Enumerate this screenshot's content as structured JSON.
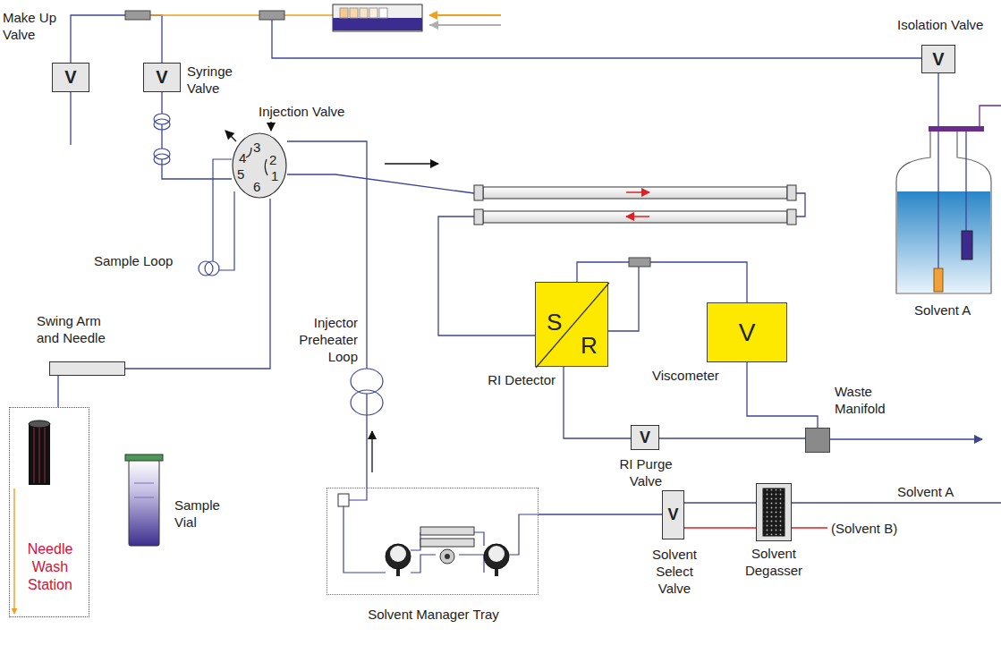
{
  "diagram": {
    "nodes": [
      {
        "text": [
          "V",
          "Make Up Valve"
        ]
      },
      {
        "text": [
          "V",
          "Syringe Valve"
        ]
      },
      {
        "text": [
          "Injection Valve",
          "1",
          "2",
          "3",
          "4",
          "5",
          "6"
        ]
      },
      {
        "text": [
          "S",
          "R",
          "RI Detector"
        ]
      },
      {
        "text": [
          "V",
          "Viscometer"
        ]
      },
      {
        "text": [
          "V",
          "RI Purge Valve"
        ]
      },
      {
        "text": [
          "Waste Manifold"
        ]
      },
      {
        "text": [
          "V",
          "Solvent Select Valve"
        ]
      },
      {
        "text": [
          "Solvent Degasser"
        ]
      },
      {
        "text": [
          "V",
          "Isolation Valve"
        ]
      },
      {
        "text": [
          "Needle Wash Station"
        ]
      },
      {
        "text": [
          "Sample Vial"
        ]
      },
      {
        "text": [
          "Solvent Manager Tray"
        ]
      },
      {
        "text": [
          "Solvent A"
        ]
      },
      {
        "text": [
          "Swing Arm and Needle"
        ]
      }
    ],
    "edges": [
      {
        "from": 0,
        "to": 1,
        "arrow": "none"
      },
      {
        "from": 1,
        "to": 2,
        "arrow": "none"
      },
      {
        "from": 2,
        "to": 3,
        "arrow": "none"
      },
      {
        "from": 3,
        "to": 4,
        "arrow": "none"
      },
      {
        "from": 4,
        "to": 6,
        "arrow": "none"
      },
      {
        "from": 3,
        "to": 5,
        "arrow": "none"
      },
      {
        "from": 5,
        "to": 6,
        "arrow": "none"
      },
      {
        "from": 8,
        "to": 7,
        "arrow": "none"
      },
      {
        "from": 7,
        "to": 12,
        "arrow": "none"
      },
      {
        "from": 12,
        "to": 2,
        "arrow": "none"
      },
      {
        "from": 2,
        "to": 14,
        "arrow": "none"
      },
      {
        "from": 14,
        "to": 10,
        "arrow": "none"
      },
      {
        "from": 9,
        "to": 13,
        "arrow": "none"
      }
    ],
    "labels": [
      "Sample Loop",
      "Injector Preheater Loop",
      "Solvent A",
      "(Solvent B)"
    ]
  }
}
